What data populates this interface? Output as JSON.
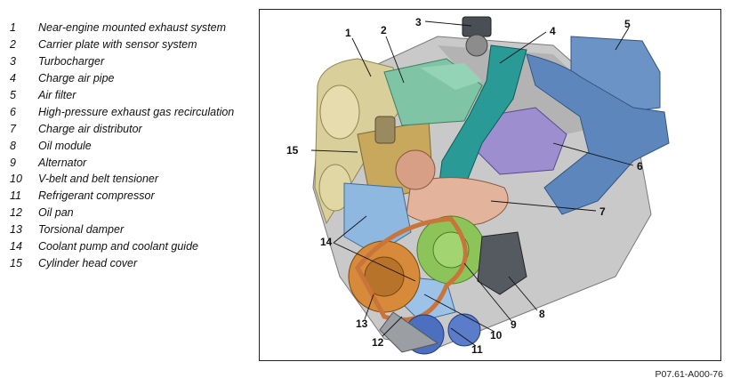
{
  "legend": [
    {
      "num": "1",
      "text": "Near-engine mounted exhaust system"
    },
    {
      "num": "2",
      "text": "Carrier plate with sensor system"
    },
    {
      "num": "3",
      "text": "Turbocharger"
    },
    {
      "num": "4",
      "text": "Charge air pipe"
    },
    {
      "num": "5",
      "text": "Air filter"
    },
    {
      "num": "6",
      "text": "High-pressure exhaust gas recirculation"
    },
    {
      "num": "7",
      "text": "Charge air distributor"
    },
    {
      "num": "8",
      "text": "Oil module"
    },
    {
      "num": "9",
      "text": "Alternator"
    },
    {
      "num": "10",
      "text": "V-belt and belt tensioner"
    },
    {
      "num": "11",
      "text": "Refrigerant compressor"
    },
    {
      "num": "12",
      "text": "Oil pan"
    },
    {
      "num": "13",
      "text": "Torsional damper"
    },
    {
      "num": "14",
      "text": "Coolant pump and coolant guide"
    },
    {
      "num": "15",
      "text": "Cylinder head cover"
    }
  ],
  "callouts": [
    "1",
    "2",
    "3",
    "4",
    "5",
    "6",
    "7",
    "8",
    "9",
    "10",
    "11",
    "12",
    "13",
    "14",
    "14",
    "15"
  ],
  "figure_ref": "P07.61-A000-76",
  "colors": {
    "exhaust": "#d9cf9a",
    "carrier": "#7fc4a4",
    "charge_pipe": "#2a9a96",
    "air_filter": "#6b93c6",
    "egr": "#9d8fcf",
    "distributor": "#e3b39c",
    "oil_module": "#555a60",
    "alternator": "#8cc45a",
    "belt": "#c8743a",
    "compressor": "#4d6fbf",
    "coolant": "#8eb8e0",
    "damper": "#d68a3a",
    "head_cover": "#c7a85c"
  }
}
